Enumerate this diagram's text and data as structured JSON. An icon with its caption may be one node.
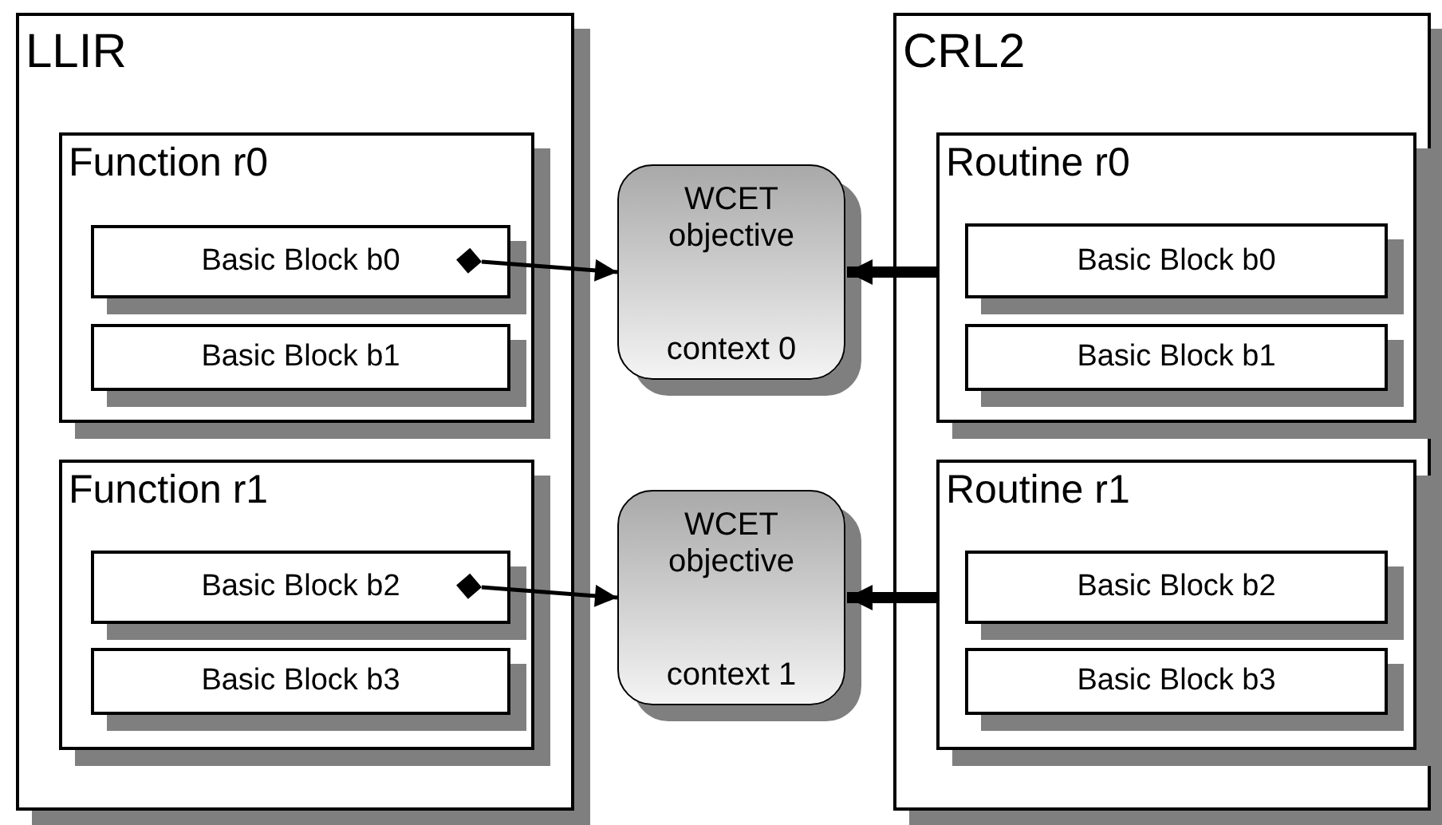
{
  "diagram": {
    "nodes": [
      {
        "text": [
          "LLIR"
        ]
      },
      {
        "text": [
          "Function r0"
        ],
        "in": 0
      },
      {
        "text": [
          "Basic Block b0"
        ],
        "in": 1
      },
      {
        "text": [
          "Basic Block b1"
        ],
        "in": 1
      },
      {
        "text": [
          "Function r1"
        ],
        "in": 0
      },
      {
        "text": [
          "Basic Block b2"
        ],
        "in": 4
      },
      {
        "text": [
          "Basic Block b3"
        ],
        "in": 4
      },
      {
        "text": [
          "WCET objective",
          "context 0"
        ]
      },
      {
        "text": [
          "WCET objective",
          "context 1"
        ]
      },
      {
        "text": [
          "CRL2"
        ]
      },
      {
        "text": [
          "Routine r0"
        ],
        "in": 9
      },
      {
        "text": [
          "Basic Block b0"
        ],
        "in": 10
      },
      {
        "text": [
          "Basic Block b1"
        ],
        "in": 10
      },
      {
        "text": [
          "Routine r1"
        ],
        "in": 9
      },
      {
        "text": [
          "Basic Block b2"
        ],
        "in": 13
      },
      {
        "text": [
          "Basic Block b3"
        ],
        "in": 13
      }
    ],
    "edges": [
      {
        "from": 2,
        "to": 7,
        "arrow": "to"
      },
      {
        "from": 10,
        "to": 7,
        "arrow": "to",
        "style": "thick"
      },
      {
        "from": 5,
        "to": 8,
        "arrow": "to"
      },
      {
        "from": 13,
        "to": 8,
        "arrow": "to",
        "style": "thick"
      }
    ]
  }
}
